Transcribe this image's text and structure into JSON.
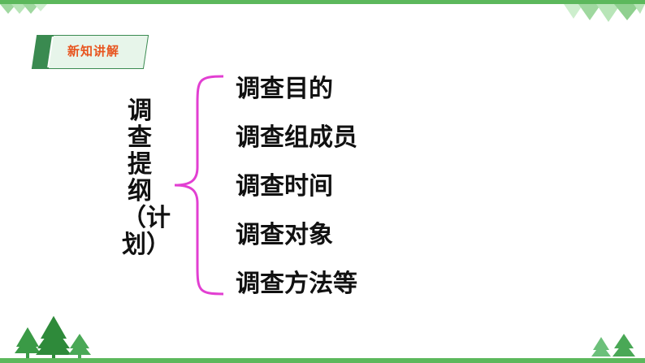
{
  "section_tag": {
    "label": "新知讲解"
  },
  "outline": {
    "title": "调查提纲（计划）",
    "items": [
      "调查目的",
      "调查组成员",
      "调查时间",
      "调查对象",
      "调查方法等"
    ]
  },
  "colors": {
    "accent_green": "#5cb85c",
    "tag_text": "#e8541e",
    "brace": "#e23fd2",
    "text": "#111111"
  },
  "icons": {
    "top_left": "triangle-pattern-icon",
    "top_right": "triangle-pattern-icon",
    "bottom_left": "pine-trees-icon",
    "bottom_right": "pine-trees-icon",
    "brace": "curly-brace-icon"
  }
}
